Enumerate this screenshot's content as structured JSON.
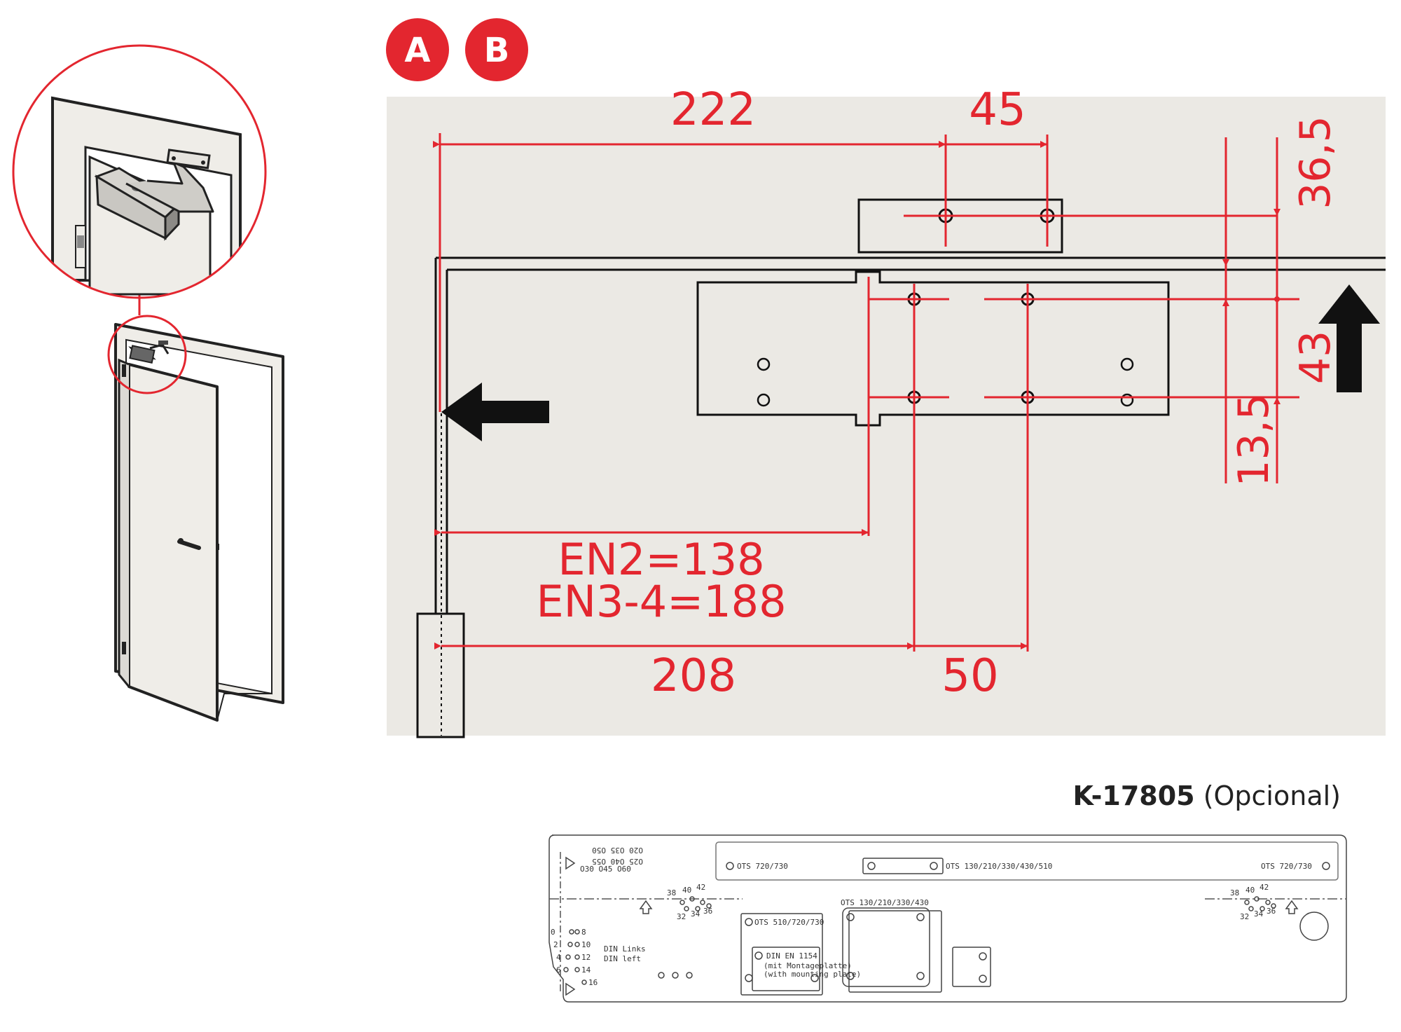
{
  "badges": {
    "a": "A",
    "b": "B"
  },
  "dimensions": {
    "d222": "222",
    "d45": "45",
    "d36_5": "36,5",
    "d43": "43",
    "d13_5": "13,5",
    "en2": "EN2=138",
    "en34": "EN3-4=188",
    "d208": "208",
    "d50": "50"
  },
  "product": {
    "code": "K-17805",
    "note": "(Opcional)"
  },
  "template": {
    "ots_720_730_left": "OTS 720/730",
    "ots_130_510": "OTS 130/210/330/430/510",
    "ots_720_730_right": "OTS 720/730",
    "ots_510_720_730": "OTS 510/720/730",
    "ots_130_430": "OTS 130/210/330/430",
    "din_links": "DIN Links",
    "din_left": "DIN left",
    "din_en_1154": "DIN EN 1154",
    "mit_montageplatte": "(mit Montageplatte)",
    "with_mounting_plate": "(with mounting plate)",
    "flip_row1": "O20 O35 O50",
    "flip_row2": "O25 O40 O55",
    "flip_row3": "O30 O45 O60",
    "nums_left": [
      "38",
      "40",
      "42",
      "32",
      "34",
      "36"
    ],
    "nums_right": [
      "38",
      "40",
      "42",
      "32",
      "34",
      "36"
    ],
    "col_left": [
      "0",
      "2",
      "4",
      "6"
    ],
    "col_right": [
      "8",
      "10",
      "12",
      "14",
      "16"
    ]
  },
  "colors": {
    "accent_red": "#e3262f",
    "panel_gray": "#ebe9e4",
    "door_fill": "#efede8"
  }
}
